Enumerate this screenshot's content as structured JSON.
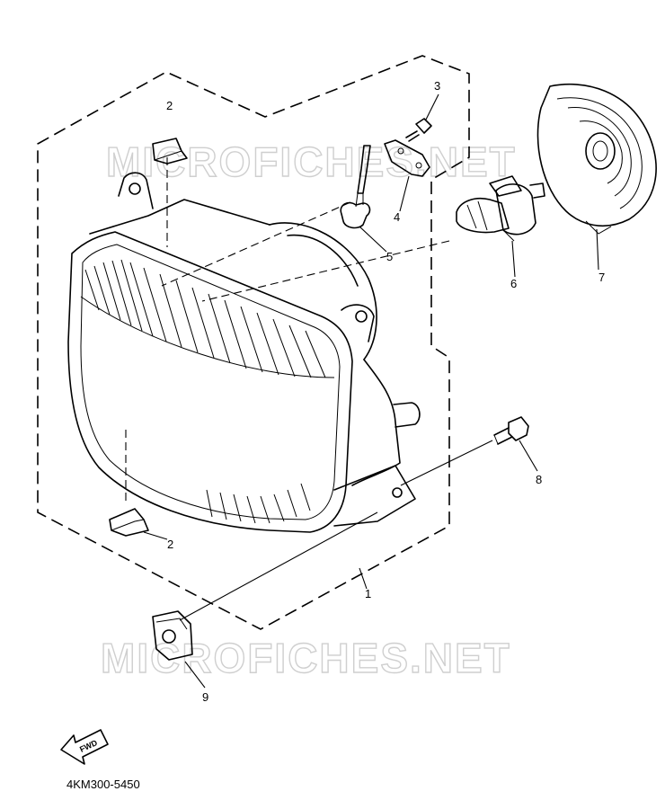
{
  "watermark": "MICROFICHES.NET",
  "part_code": "4KM300-5450",
  "fwd_label": "FWD",
  "callouts": [
    {
      "id": "1",
      "label": "1"
    },
    {
      "id": "2a",
      "label": "2"
    },
    {
      "id": "2b",
      "label": "2"
    },
    {
      "id": "3",
      "label": "3"
    },
    {
      "id": "4",
      "label": "4"
    },
    {
      "id": "5",
      "label": "5"
    },
    {
      "id": "6",
      "label": "6"
    },
    {
      "id": "7",
      "label": "7"
    },
    {
      "id": "8",
      "label": "8"
    },
    {
      "id": "9",
      "label": "9"
    }
  ]
}
